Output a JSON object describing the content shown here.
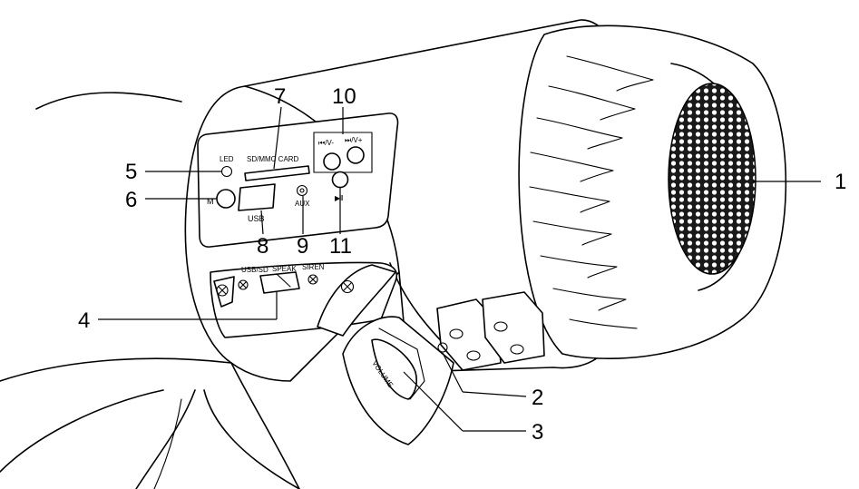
{
  "callouts": [
    {
      "id": "1",
      "label": "1"
    },
    {
      "id": "2",
      "label": "2"
    },
    {
      "id": "3",
      "label": "3"
    },
    {
      "id": "4",
      "label": "4"
    },
    {
      "id": "5",
      "label": "5"
    },
    {
      "id": "6",
      "label": "6"
    },
    {
      "id": "7",
      "label": "7"
    },
    {
      "id": "8",
      "label": "8"
    },
    {
      "id": "9",
      "label": "9"
    },
    {
      "id": "10",
      "label": "10"
    },
    {
      "id": "11",
      "label": "11"
    }
  ],
  "panel_labels": {
    "led": "LED",
    "mode": "M",
    "card": "SD/MMC CARD",
    "usb": "USB",
    "aux": "AUX",
    "prev": "⏮/V-",
    "next": "⏭/V+",
    "play": "▶‖",
    "usb_sd": "USB/SD",
    "speak": "SPEAK",
    "siren": "SIREN",
    "volume": "VOLUME"
  },
  "icons": {
    "grille": "speaker-grille-icon",
    "screw": "screw-icon"
  }
}
